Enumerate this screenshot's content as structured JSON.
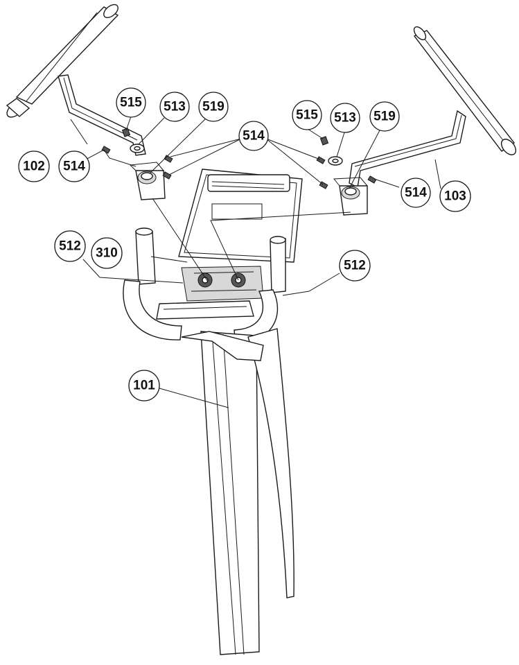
{
  "colors": {
    "line": "#1a1a1a",
    "background": "#ffffff",
    "shade": "#d8d8d8"
  },
  "callouts": [
    {
      "id": "c-515-left",
      "label": "515"
    },
    {
      "id": "c-513-left",
      "label": "513"
    },
    {
      "id": "c-519-left",
      "label": "519"
    },
    {
      "id": "c-102",
      "label": "102"
    },
    {
      "id": "c-514-left",
      "label": "514"
    },
    {
      "id": "c-514-top",
      "label": "514"
    },
    {
      "id": "c-515-right",
      "label": "515"
    },
    {
      "id": "c-513-right",
      "label": "513"
    },
    {
      "id": "c-519-right",
      "label": "519"
    },
    {
      "id": "c-514-right",
      "label": "514"
    },
    {
      "id": "c-103",
      "label": "103"
    },
    {
      "id": "c-512-left",
      "label": "512"
    },
    {
      "id": "c-310",
      "label": "310"
    },
    {
      "id": "c-512-right",
      "label": "512"
    },
    {
      "id": "c-101",
      "label": "101"
    }
  ]
}
